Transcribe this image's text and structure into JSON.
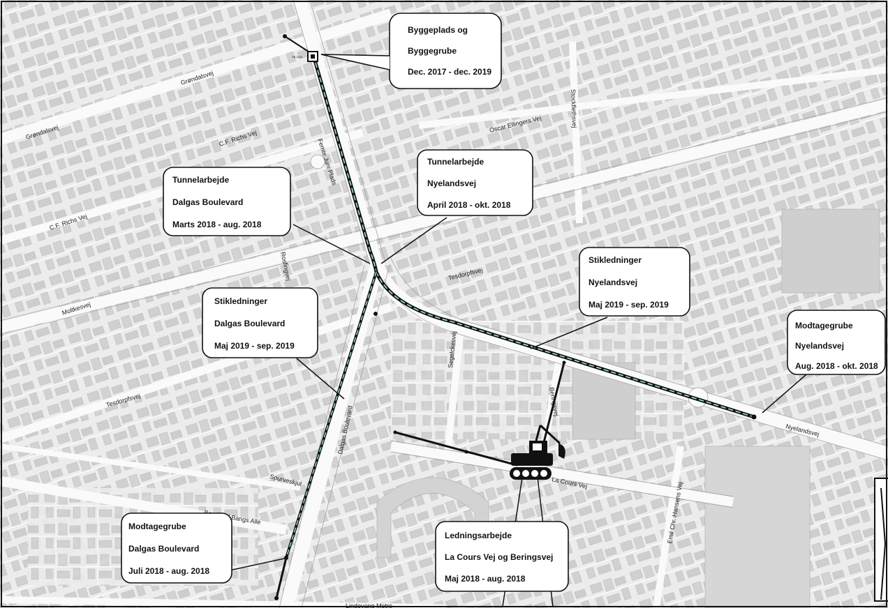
{
  "streets": {
    "grondalsvej_1": "Grøndalsvej",
    "grondalsvej_2": "Grøndalsvej",
    "cf_richs_vej_1": "C.F. Richs Vej",
    "cf_richs_vej_2": "C.F. Richs Vej",
    "femte_juni_plads": "Femte Juni Plads",
    "oscar_ellingers_vej": "Oscar Ellingers Vej",
    "stockflethsvej": "Stockflethsvej",
    "tesdorpfsvej_1": "Tesdorpfsvej",
    "tesdorpfsvej_2": "Tesdorpfsvej",
    "rosfingvej": "Rosfingvej",
    "moltkesvej": "Moltkesvej",
    "segelckesvej": "Segelckesvej",
    "beringsvej": "Beringsvej",
    "dalgas_boulevard": "Dalgas Boulevard",
    "nyelandsvej": "Nyelandsvej",
    "la_cours_vej": "La Cours Vej",
    "emil_chr_hansens_vej": "Emil Chr. Hansens Vej",
    "spurveskjul": "Spurveskjul",
    "bernhard_bangs_alle": "Bernhard Bangs Allé",
    "lindevang_metro": "Lindevang Metro",
    "station_ref": "SB.1100"
  },
  "callouts": {
    "byggeplads": {
      "line1": "Byggeplads og",
      "line2": "Byggegrube",
      "line3": "Dec. 2017 - dec. 2019"
    },
    "tunnel_nyelandsvej": {
      "line1": "Tunnelarbejde",
      "line2": "Nyelandsvej",
      "line3": "April 2018 - okt. 2018"
    },
    "tunnel_dalgas": {
      "line1": "Tunnelarbejde",
      "line2": "Dalgas Boulevard",
      "line3": "Marts 2018 - aug. 2018"
    },
    "stik_nyelandsvej": {
      "line1": "Stikledninger",
      "line2": "Nyelandsvej",
      "line3": "Maj 2019 - sep. 2019"
    },
    "stik_dalgas": {
      "line1": "Stikledninger",
      "line2": "Dalgas Boulevard",
      "line3": "Maj 2019 - sep. 2019"
    },
    "modtage_nyelandsvej": {
      "line1": "Modtagegrube",
      "line2": "Nyelandsvej",
      "line3": "Aug. 2018 - okt. 2018"
    },
    "modtage_dalgas": {
      "line1": "Modtagegrube",
      "line2": "Dalgas Boulevard",
      "line3": "Juli 2018 - aug. 2018"
    },
    "ledning": {
      "line1": "Ledningsarbejde",
      "line2": "La Cours Vej og Beringsvej",
      "line3": "Maj 2018 - aug. 2018"
    }
  },
  "icons": {
    "excavator": "excavator-icon"
  },
  "colors": {
    "route_dash": "#9fe4d2",
    "route": "#111111",
    "building": "#cfcfcf",
    "road": "#f4f4f4"
  }
}
